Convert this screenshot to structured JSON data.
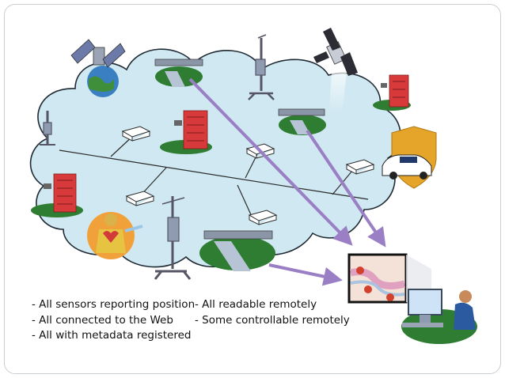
{
  "bullets_left": [
    "- All sensors reporting position",
    "- All connected to the Web",
    "- All with metadata registered"
  ],
  "bullets_right": [
    "- All readable remotely",
    "- Some controllable remotely"
  ],
  "colors": {
    "cloud_fill": "#cfe8f1",
    "cloud_stroke": "#1f2a33",
    "arrow": "#9a7fc4",
    "ground": "#2e7d32",
    "building": "#d8393a",
    "badge": "#e5a52a"
  }
}
